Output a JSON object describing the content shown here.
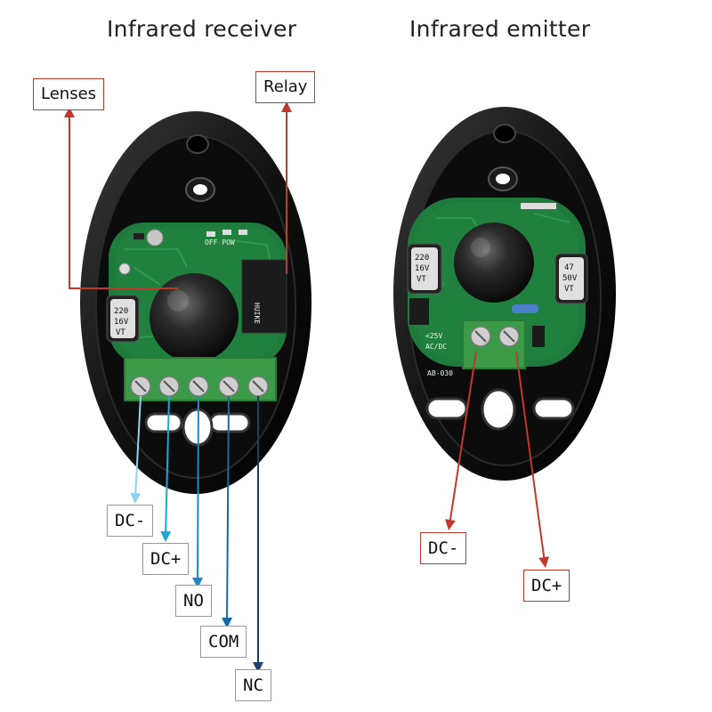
{
  "titles": {
    "receiver": "Infrared receiver",
    "emitter": "Infrared emitter"
  },
  "receiver": {
    "callouts": {
      "lenses": "Lenses",
      "relay": "Relay"
    },
    "terminals": [
      "DC-",
      "DC+",
      "NO",
      "COM",
      "NC"
    ],
    "board_text": {
      "off_pow": "OFF POW",
      "cap_voltage": "16V",
      "cap_value": "220",
      "cap_vt": "VT",
      "relay_brand": "HUIKE"
    }
  },
  "emitter": {
    "terminals": [
      "DC-",
      "DC+"
    ],
    "board_text": {
      "cap_left_value": "220",
      "cap_left_voltage": "16V",
      "cap_left_vt": "VT",
      "cap_right_value": "47",
      "cap_right_voltage": "50V",
      "cap_right_vt": "VT",
      "power_spec_1": "<25V",
      "power_spec_2": "AC/DC",
      "model": "AB-030"
    }
  },
  "colors": {
    "housing": "#141414",
    "pcb": "#1f7a3e",
    "terminal_block": "#3a9a48",
    "arrow_red": "#c0392b",
    "arrow_blue_light": "#8fd3ee",
    "arrow_blue": "#1aa7d9",
    "arrow_blue_mid": "#1e88c4",
    "arrow_blue_dark": "#166aa6",
    "arrow_blue_navy": "#1a3f6e"
  }
}
